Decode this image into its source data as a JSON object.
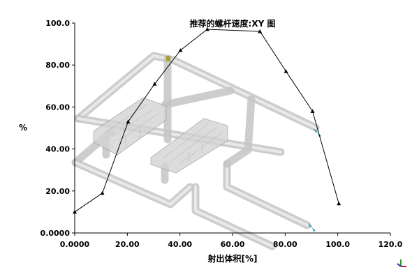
{
  "chart_data": {
    "type": "line",
    "title": "推荐的螺杆速度:XY 图",
    "xlabel": "射出体积[%]",
    "ylabel": "%",
    "xlim": [
      0,
      120
    ],
    "ylim": [
      0,
      100
    ],
    "x_ticks": [
      "0.0000",
      "20.00",
      "40.00",
      "60.00",
      "80.00",
      "100.0",
      "120.0"
    ],
    "y_ticks": [
      "0.0000",
      "20.00",
      "40.00",
      "60.00",
      "80.00",
      "100.0"
    ],
    "series": [
      {
        "color": "#000000",
        "marker": "triangle",
        "x": [
          0,
          10.5,
          20.3,
          30.4,
          40.2,
          50.4,
          70.4,
          80.3,
          90.4,
          100.4
        ],
        "y": [
          10.0,
          19.0,
          53.0,
          71.0,
          87.0,
          97.0,
          96.0,
          77.0,
          58.0,
          14.0
        ]
      }
    ],
    "grid": false,
    "legend": "none",
    "background_overlay": "3d-gray-runner-and-part-model"
  },
  "icons": {
    "corner": "axis-triad-icon"
  }
}
